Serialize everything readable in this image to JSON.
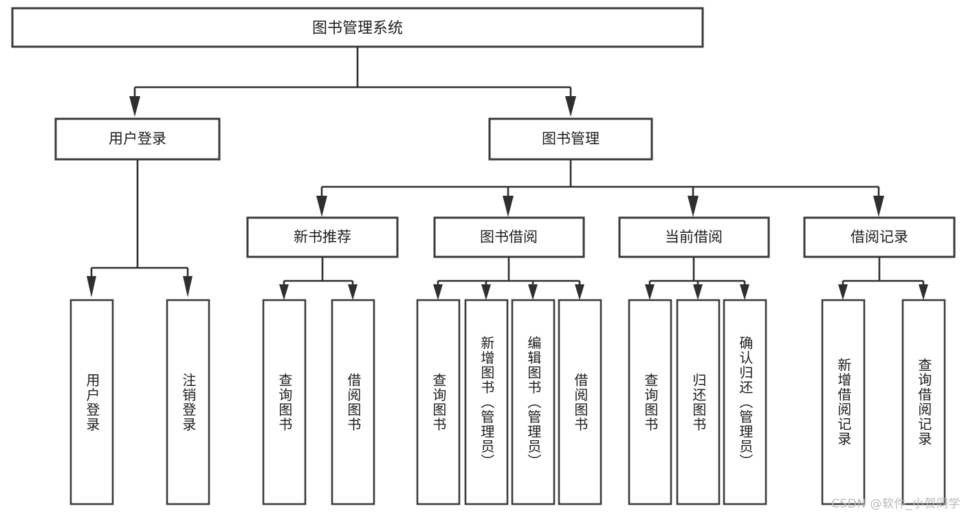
{
  "diagram": {
    "title": "图书管理系统",
    "type": "function-hierarchy-tree",
    "orientation": "top-down",
    "root": {
      "id": "root",
      "label": "图书管理系统",
      "text_direction": "horizontal"
    },
    "level1": [
      {
        "id": "user-login",
        "label": "用户登录",
        "text_direction": "horizontal"
      },
      {
        "id": "book-manage",
        "label": "图书管理",
        "text_direction": "horizontal"
      }
    ],
    "level2": [
      {
        "id": "new-book-recommend",
        "label": "新书推荐",
        "parent": "book-manage",
        "text_direction": "horizontal"
      },
      {
        "id": "book-borrow",
        "label": "图书借阅",
        "parent": "book-manage",
        "text_direction": "horizontal"
      },
      {
        "id": "current-borrow",
        "label": "当前借阅",
        "parent": "book-manage",
        "text_direction": "horizontal"
      },
      {
        "id": "borrow-record",
        "label": "借阅记录",
        "parent": "book-manage",
        "text_direction": "horizontal"
      }
    ],
    "leaves": [
      {
        "id": "leaf-user-login",
        "label": "用户登录",
        "parent": "user-login",
        "text_direction": "vertical"
      },
      {
        "id": "leaf-user-logout",
        "label": "注销登录",
        "parent": "user-login",
        "text_direction": "vertical"
      },
      {
        "id": "leaf-query-book-recommend",
        "label": "查询图书",
        "parent": "new-book-recommend",
        "text_direction": "vertical"
      },
      {
        "id": "leaf-borrow-book-recommend",
        "label": "借阅图书",
        "parent": "new-book-recommend",
        "text_direction": "vertical"
      },
      {
        "id": "leaf-query-book-borrow",
        "label": "查询图书",
        "parent": "book-borrow",
        "text_direction": "vertical"
      },
      {
        "id": "leaf-add-book",
        "label": "新增图书（管理员）",
        "parent": "book-borrow",
        "text_direction": "vertical"
      },
      {
        "id": "leaf-edit-book",
        "label": "编辑图书（管理员）",
        "parent": "book-borrow",
        "text_direction": "vertical"
      },
      {
        "id": "leaf-borrow-book",
        "label": "借阅图书",
        "parent": "book-borrow",
        "text_direction": "vertical"
      },
      {
        "id": "leaf-query-book-current",
        "label": "查询图书",
        "parent": "current-borrow",
        "text_direction": "vertical"
      },
      {
        "id": "leaf-return-book",
        "label": "归还图书",
        "parent": "current-borrow",
        "text_direction": "vertical"
      },
      {
        "id": "leaf-confirm-return",
        "label": "确认归还（管理员）",
        "parent": "current-borrow",
        "text_direction": "vertical"
      },
      {
        "id": "leaf-add-borrow-record",
        "label": "新增借阅记录",
        "parent": "borrow-record",
        "text_direction": "vertical"
      },
      {
        "id": "leaf-query-borrow-record",
        "label": "查询借阅记录",
        "parent": "borrow-record",
        "text_direction": "vertical"
      }
    ],
    "watermark": "CSDN @软件_小贺同学",
    "colors": {
      "box_stroke": "#3a3a3a",
      "box_fill": "#ffffff",
      "connector": "#2f2f2f",
      "text": "#1d1d1d",
      "watermark": "#b9b9b9",
      "background": "#ffffff"
    }
  }
}
